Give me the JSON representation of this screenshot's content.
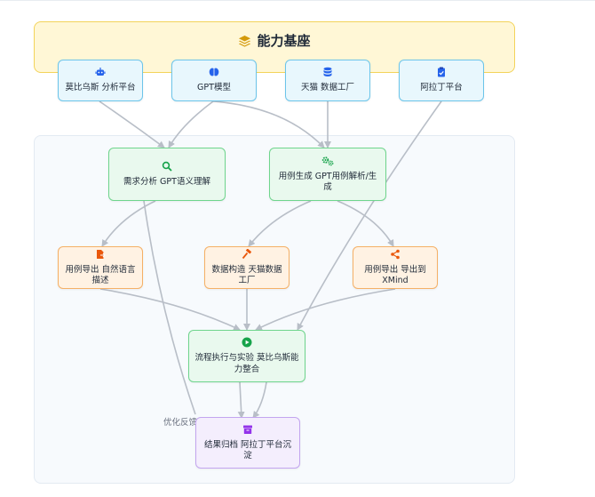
{
  "diagram": {
    "title": "能力基座",
    "feedback_label": "优化反馈",
    "nodes": {
      "moby": "莫比乌斯 分析平台",
      "gpt": "GPT模型",
      "tmall": "天猫 数据工厂",
      "aladdin": "阿拉丁平台",
      "req": "需求分析 GPT语义理解",
      "casegen": "用例生成 GPT用例解析/生成",
      "export_nl": "用例导出 自然语言描述",
      "datagen": "数据构造 天猫数据工厂",
      "export_xmind": "用例导出 导出到 XMind",
      "exec": "流程执行与实验 莫比乌斯能力整合",
      "result": "结果归档 阿拉丁平台沉淀"
    },
    "icons": {
      "title": "layers-icon",
      "moby": "robot-icon",
      "gpt": "brain-icon",
      "tmall": "database-icon",
      "aladdin": "clipboard-check-icon",
      "req": "search-icon",
      "casegen": "gears-icon",
      "export_nl": "file-export-icon",
      "datagen": "hammer-icon",
      "export_xmind": "share-icon",
      "exec": "play-circle-icon",
      "result": "archive-icon"
    },
    "colors": {
      "base_fill": "#fff7d6",
      "base_border": "#f3d35a",
      "blue_fill": "#e8f7fd",
      "blue_border": "#6cc5ea",
      "blue_icon": "#2563eb",
      "green_fill": "#e9f9ee",
      "green_border": "#6fd58d",
      "green_icon": "#16a34a",
      "orange_fill": "#fff2e3",
      "orange_border": "#f5b066",
      "orange_icon": "#ea580c",
      "purple_fill": "#f4eefd",
      "purple_border": "#c3a5ef",
      "purple_icon": "#9333ea",
      "edge": "#b8bec7"
    }
  }
}
